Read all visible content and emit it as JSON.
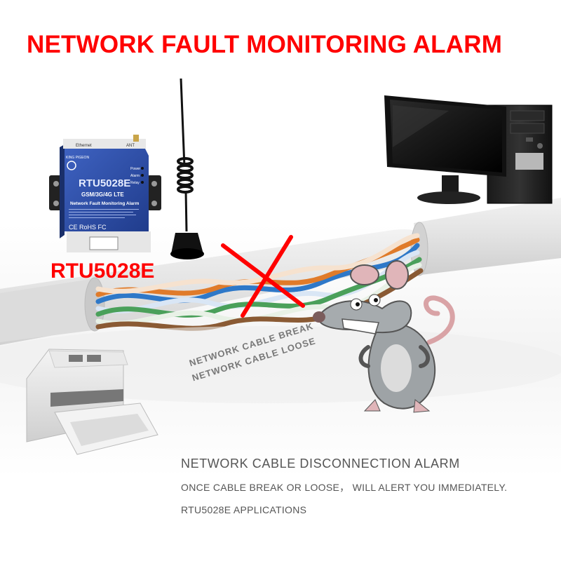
{
  "header": {
    "title": "NETWORK FAULT MONITORING ALARM"
  },
  "device": {
    "model_label": "RTU5028E",
    "brand": "KING PIGEON",
    "name_plate": "RTU5028E",
    "network": "GSM/3G/4G LTE",
    "description": "Network Fault Monitoring Alarm",
    "port_ethernet": "Ethernet",
    "port_ant": "ANT",
    "leds": [
      "Power",
      "Alarm",
      "Relay"
    ],
    "certs": "CE RoHS FC"
  },
  "warnings": [
    "NETWORK CABLE BREAK",
    "NETWORK CABLE LOOSE"
  ],
  "footer": {
    "heading": "NETWORK CABLE DISCONNECTION ALARM",
    "line1": "ONCE CABLE BREAK OR LOOSE， WILL ALERT YOU IMMEDIATELY.",
    "line2": "RTU5028E APPLICATIONS"
  },
  "colors": {
    "title": "#ff0000",
    "device_body": "#2d4fa8",
    "cross": "#ff0000",
    "footer_text": "#555555"
  }
}
